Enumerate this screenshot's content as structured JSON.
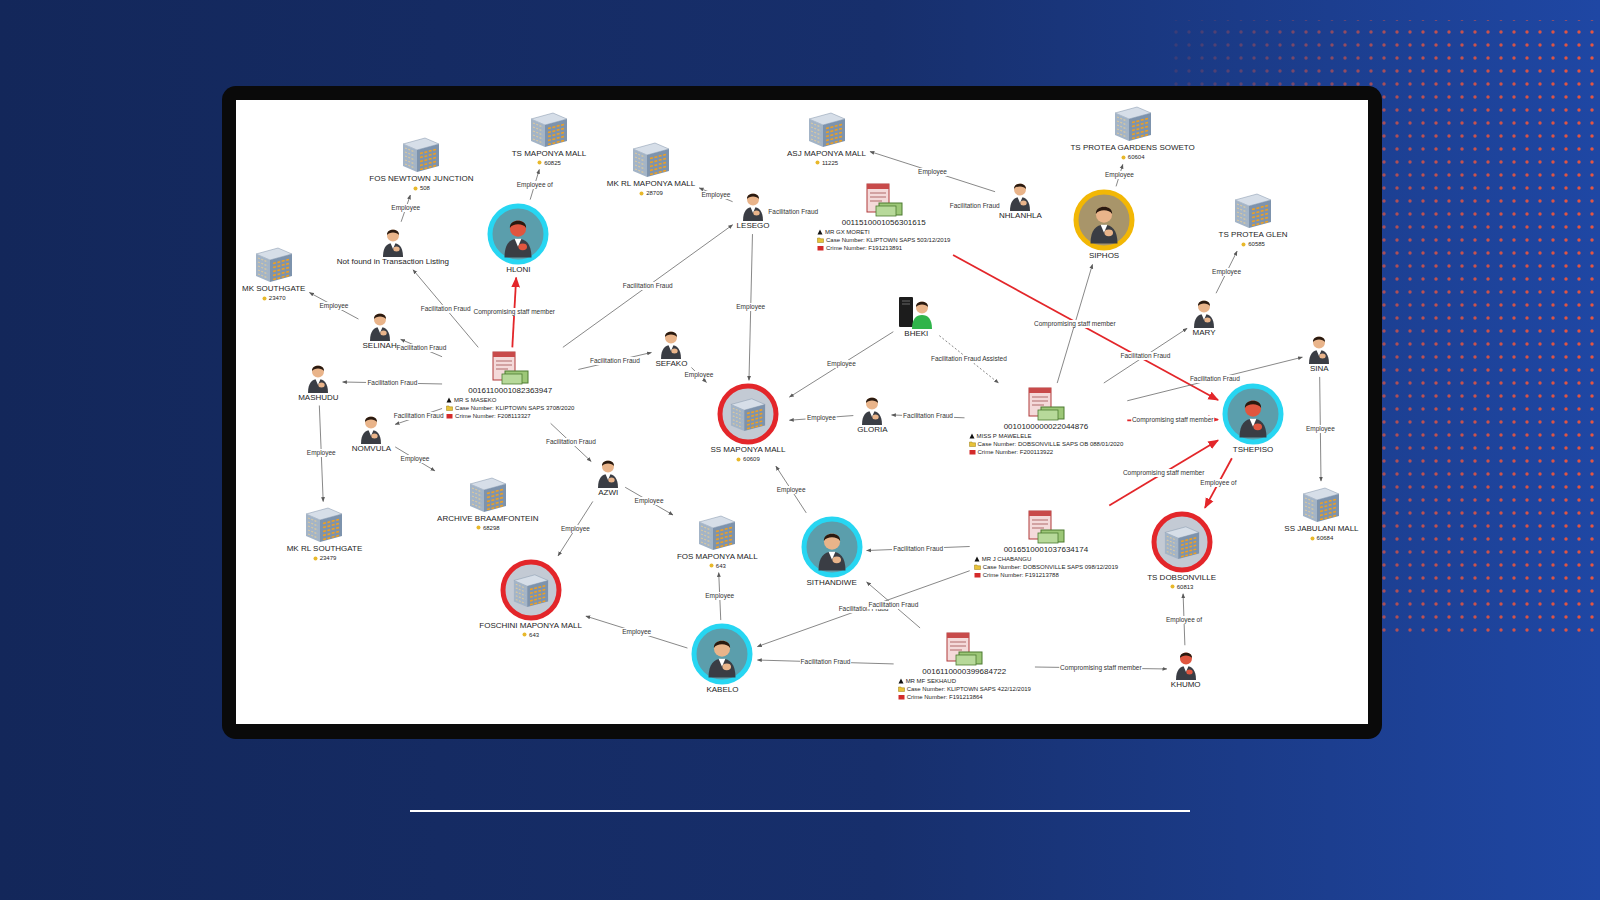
{
  "diagram": {
    "nodes": [
      {
        "text": [
          "FOS NEWTOWN JUNCTION",
          "508"
        ]
      },
      {
        "text": [
          "TS MAPONYA MALL",
          "60825"
        ]
      },
      {
        "text": [
          "MK RL MAPONYA MALL",
          "28709"
        ]
      },
      {
        "text": [
          "ASJ MAPONYA MALL",
          "11225"
        ]
      },
      {
        "text": [
          "TS PROTEA GARDENS SOWETO",
          "60604"
        ]
      },
      {
        "text": [
          "LESEGO"
        ]
      },
      {
        "text": [
          "0011510001056301615",
          "MR GX MORETI",
          "Case Number: KLIPTOWN SAPS 503/12/2019",
          "Crime Number: F191213891"
        ]
      },
      {
        "text": [
          "NHLANHLA"
        ]
      },
      {
        "text": [
          "HLONI"
        ]
      },
      {
        "text": [
          "Not found in Transaction Listing"
        ]
      },
      {
        "text": [
          "SIPHOS"
        ]
      },
      {
        "text": [
          "TS PROTEA GLEN",
          "60585"
        ]
      },
      {
        "text": [
          "MK SOUTHGATE",
          "23470"
        ]
      },
      {
        "text": [
          "SELINAH"
        ]
      },
      {
        "text": [
          "BHEKI"
        ]
      },
      {
        "text": [
          "MARY"
        ]
      },
      {
        "text": [
          "SEFAKO"
        ]
      },
      {
        "text": [
          "SINA"
        ]
      },
      {
        "text": [
          "MASHUDU"
        ]
      },
      {
        "text": [
          "0016110001082363947",
          "MR S MASEKO",
          "Case Number: KLIPTOWN SAPS 3708/2020",
          "Crime Number: F208113327"
        ]
      },
      {
        "text": [
          "SS MAPONYA MALL",
          "60609"
        ]
      },
      {
        "text": [
          "GLORIA"
        ]
      },
      {
        "text": [
          "0010100000022044876",
          "MISS P MAWELELE",
          "Case Number: DOBSONVILLE SAPS OB 088/01/2020",
          "Crime Number: F200113922"
        ]
      },
      {
        "text": [
          "TSHEPISO"
        ]
      },
      {
        "text": [
          "NOMVULA"
        ]
      },
      {
        "text": [
          "AZWI"
        ]
      },
      {
        "text": [
          "ARCHIVE BRAAMFONTEIN",
          "68298"
        ]
      },
      {
        "text": [
          "SS JABULANI MALL",
          "60684"
        ]
      },
      {
        "text": [
          "MK RL SOUTHGATE",
          "23479"
        ]
      },
      {
        "text": [
          "FOS MAPONYA MALL",
          "643"
        ]
      },
      {
        "text": [
          "SITHANDIWE"
        ]
      },
      {
        "text": [
          "0016510001037634174",
          "MR J CHABANGU",
          "Case Number: DOBSONVILLE SAPS 098/12/2019",
          "Crime Number: F191213788"
        ]
      },
      {
        "text": [
          "TS DOBSONVILLE",
          "60813"
        ]
      },
      {
        "text": [
          "FOSCHINI MAPONYA MALL",
          "643"
        ]
      },
      {
        "text": [
          "KABELO"
        ]
      },
      {
        "text": [
          "0016110000399684722",
          "MR MF SEKHAUD",
          "Case Number: KLIPTOWN SAPS 422/12/2019",
          "Crime Number: F191213864"
        ]
      },
      {
        "text": [
          "KHUMO"
        ]
      }
    ],
    "edges": [
      {
        "from": 13,
        "to": 12,
        "arrow": "to",
        "label": "Employee"
      },
      {
        "from": 9,
        "to": 0,
        "arrow": "to",
        "label": "Employee"
      },
      {
        "from": 8,
        "to": 1,
        "arrow": "to",
        "label": "Employee of"
      },
      {
        "from": 19,
        "to": 8,
        "arrow": "to",
        "label": "Compromising staff member"
      },
      {
        "from": 19,
        "to": 9,
        "arrow": "to",
        "label": "Facilitation Fraud"
      },
      {
        "from": 19,
        "to": 13,
        "arrow": "to",
        "label": "Facilitation Fraud"
      },
      {
        "from": 19,
        "to": 18,
        "arrow": "to",
        "label": "Facilitation Fraud"
      },
      {
        "from": 19,
        "to": 24,
        "arrow": "to",
        "label": "Facilitation Fraud"
      },
      {
        "from": 19,
        "to": 5,
        "arrow": "to",
        "label": "Facilitation Fraud"
      },
      {
        "from": 19,
        "to": 16,
        "arrow": "to",
        "label": "Facilitation Fraud"
      },
      {
        "from": 19,
        "to": 25,
        "arrow": "to",
        "label": "Facilitation Fraud"
      },
      {
        "from": 18,
        "to": 28,
        "arrow": "to",
        "label": "Employee"
      },
      {
        "from": 24,
        "to": 26,
        "arrow": "to",
        "label": "Employee"
      },
      {
        "from": 5,
        "to": 2,
        "arrow": "to",
        "label": "Employee"
      },
      {
        "from": 5,
        "to": 20,
        "arrow": "to",
        "label": "Employee"
      },
      {
        "from": 6,
        "to": 5,
        "arrow": "to",
        "label": "Facilitation Fraud"
      },
      {
        "from": 6,
        "to": 7,
        "arrow": "to",
        "label": "Facilitation Fraud"
      },
      {
        "from": 7,
        "to": 3,
        "arrow": "to",
        "label": "Employee"
      },
      {
        "from": 6,
        "to": 23,
        "arrow": "to"
      },
      {
        "from": 16,
        "to": 20,
        "arrow": "to",
        "label": "Employee"
      },
      {
        "from": 14,
        "to": 20,
        "arrow": "to",
        "label": "Employee"
      },
      {
        "from": 14,
        "to": 22,
        "arrow": "to",
        "label": "Facilitation Fraud Assisted"
      },
      {
        "from": 21,
        "to": 20,
        "arrow": "to",
        "label": "Employee"
      },
      {
        "from": 22,
        "to": 21,
        "arrow": "to",
        "label": "Facilitation Fraud"
      },
      {
        "from": 22,
        "to": 10,
        "arrow": "to",
        "label": "Compromising staff member"
      },
      {
        "from": 10,
        "to": 4,
        "arrow": "to",
        "label": "Employee"
      },
      {
        "from": 22,
        "to": 15,
        "arrow": "to",
        "label": "Facilitation Fraud"
      },
      {
        "from": 15,
        "to": 11,
        "arrow": "to",
        "label": "Employee"
      },
      {
        "from": 22,
        "to": 17,
        "arrow": "to",
        "label": "Facilitation Fraud"
      },
      {
        "from": 17,
        "to": 27,
        "arrow": "to",
        "label": "Employee"
      },
      {
        "from": 22,
        "to": 23,
        "arrow": "to",
        "label": "Compromising staff member"
      },
      {
        "from": 23,
        "to": 32,
        "arrow": "to",
        "label": "Employee of"
      },
      {
        "from": 31,
        "to": 23,
        "arrow": "to",
        "label": "Compromising staff member"
      },
      {
        "from": 31,
        "to": 30,
        "arrow": "to",
        "label": "Facilitation Fraud"
      },
      {
        "from": 31,
        "to": 34,
        "arrow": "to",
        "label": "Facilitation Fraud"
      },
      {
        "from": 30,
        "to": 20,
        "arrow": "to",
        "label": "Employee"
      },
      {
        "from": 35,
        "to": 30,
        "arrow": "to",
        "label": "Facilitation Fraud"
      },
      {
        "from": 35,
        "to": 34,
        "arrow": "to",
        "label": "Facilitation Fraud"
      },
      {
        "from": 35,
        "to": 36,
        "arrow": "to",
        "label": "Compromising staff member"
      },
      {
        "from": 36,
        "to": 32,
        "arrow": "to",
        "label": "Employee of"
      },
      {
        "from": 25,
        "to": 33,
        "arrow": "to",
        "label": "Employee"
      },
      {
        "from": 25,
        "to": 29,
        "arrow": "to",
        "label": "Employee"
      },
      {
        "from": 34,
        "to": 29,
        "arrow": "to",
        "label": "Employee"
      },
      {
        "from": 34,
        "to": 33,
        "arrow": "to",
        "label": "Employee"
      }
    ]
  }
}
